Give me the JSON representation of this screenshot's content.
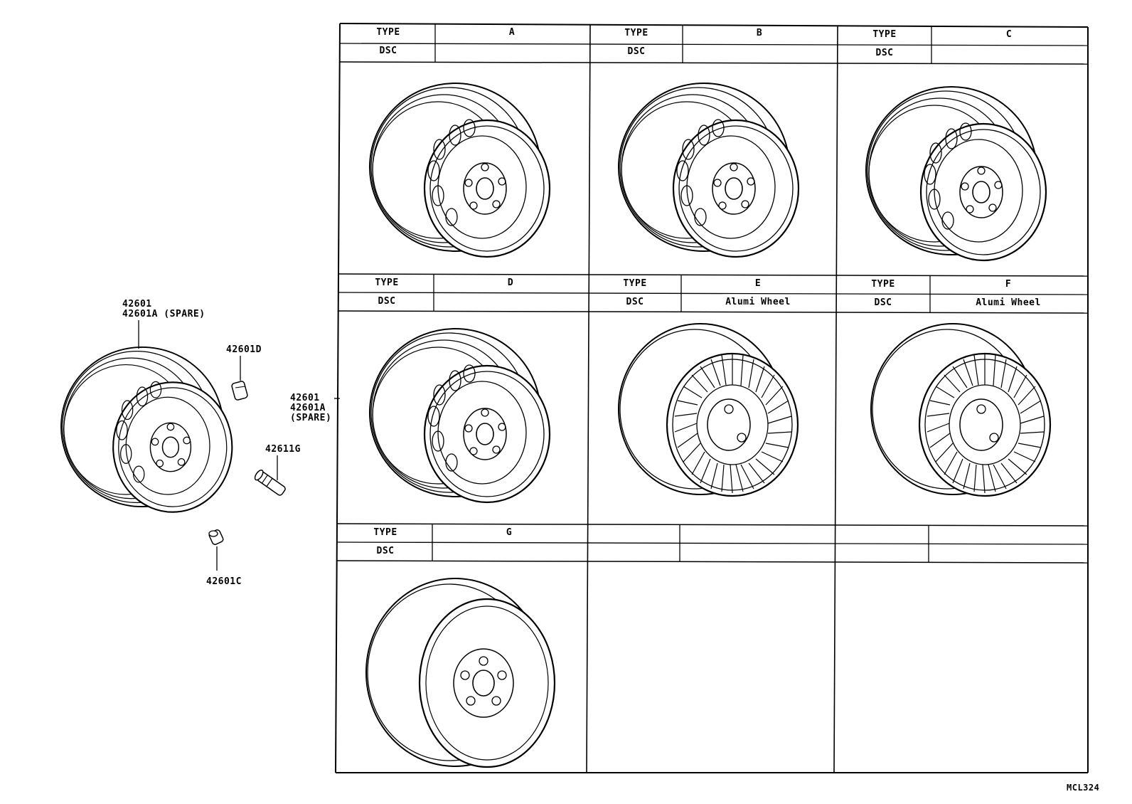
{
  "exploded": {
    "part_main": "42601",
    "part_main_spare": "42601A (SPARE)",
    "part_d": "42601D",
    "part_g": "42611G",
    "part_c": "42601C",
    "callout_main": "42601",
    "callout_spare": "42601A",
    "callout_spare_note": "(SPARE)"
  },
  "table": {
    "type_label": "TYPE",
    "dsc_label": "DSC",
    "cells": [
      {
        "type": "A",
        "dsc": ""
      },
      {
        "type": "B",
        "dsc": ""
      },
      {
        "type": "C",
        "dsc": ""
      },
      {
        "type": "D",
        "dsc": ""
      },
      {
        "type": "E",
        "dsc": "Alumi Wheel"
      },
      {
        "type": "F",
        "dsc": "Alumi Wheel"
      },
      {
        "type": "G",
        "dsc": ""
      }
    ]
  },
  "figure_code": "MCL324"
}
